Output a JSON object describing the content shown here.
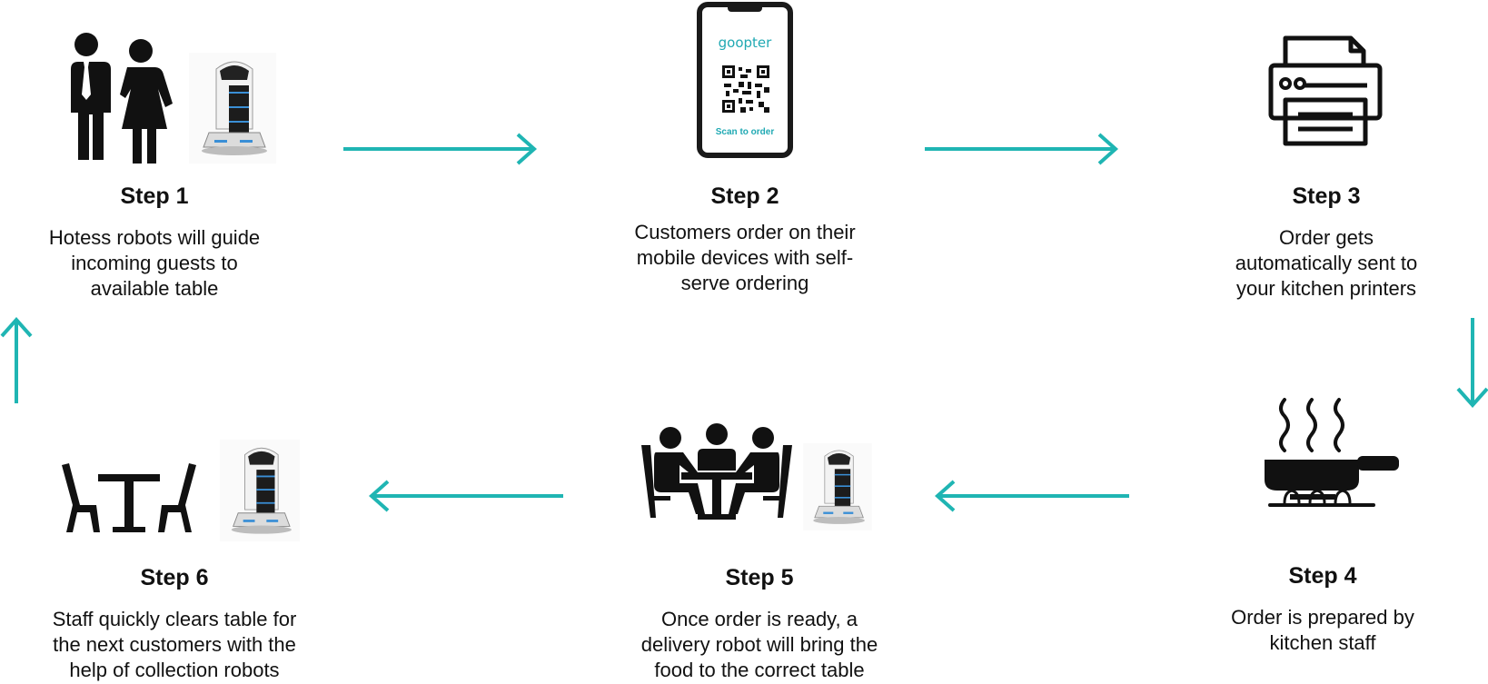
{
  "colors": {
    "arrow": "#1fb5b3",
    "icon": "#111111",
    "robot_light": "#3a8fd6"
  },
  "phone": {
    "brand": "goopter",
    "cta": "Scan to order"
  },
  "steps": [
    {
      "title": "Step 1",
      "lines": [
        "Hotess robots will guide",
        "incoming guests to",
        "available table"
      ],
      "icon": "couple-with-robot-icon"
    },
    {
      "title": "Step 2",
      "lines": [
        "Customers order on their",
        "mobile devices with self-",
        "serve ordering"
      ],
      "icon": "phone-qr-icon"
    },
    {
      "title": "Step 3",
      "lines": [
        "Order gets",
        "automatically sent to",
        "your kitchen printers"
      ],
      "icon": "printer-icon"
    },
    {
      "title": "Step 4",
      "lines": [
        "Order is prepared by",
        "kitchen staff"
      ],
      "icon": "frying-pan-icon"
    },
    {
      "title": "Step 5",
      "lines": [
        "Once order is ready, a",
        "delivery robot will bring the",
        "food to the correct table"
      ],
      "icon": "diners-with-robot-icon"
    },
    {
      "title": "Step 6",
      "lines": [
        "Staff quickly clears table for",
        "the next customers with the",
        "help of collection robots"
      ],
      "icon": "table-with-robot-icon"
    }
  ]
}
